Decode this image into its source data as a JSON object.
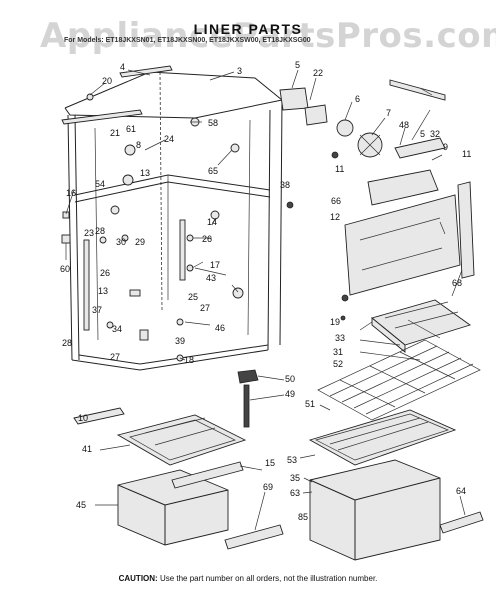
{
  "watermark": "AppliancePartsPros.com",
  "title": "LINER PARTS",
  "models": "For Models: ET18JKXSN01, ET18JKXSN00, ET18JKXSW00, ET18JKXSG00",
  "caution_prefix": "CAUTION:",
  "caution_text": "Use the part number on all orders, not the illustration number.",
  "callouts": {
    "c4": "4",
    "c3": "3",
    "c20": "20",
    "c5a": "5",
    "c22": "22",
    "c6": "6",
    "c21": "21",
    "c61": "61",
    "c8": "8",
    "c58": "58",
    "c24": "24",
    "c7": "7",
    "c48": "48",
    "c5b": "5",
    "c32": "32",
    "c9": "9",
    "c16": "16",
    "c54": "54",
    "c13a": "13",
    "c65": "65",
    "c11a": "11",
    "c11b": "11",
    "c38": "38",
    "c66": "66",
    "c12": "12",
    "c14": "14",
    "c28a": "28",
    "c23": "23",
    "c30": "30",
    "c29": "29",
    "c26a": "26",
    "c60": "60",
    "c17": "17",
    "c26b": "26",
    "c43": "43",
    "c68": "68",
    "c13b": "13",
    "c25": "25",
    "c37": "37",
    "c27a": "27",
    "c19": "19",
    "c34": "34",
    "c46": "46",
    "c39": "39",
    "c33": "33",
    "c28b": "28",
    "c27b": "27",
    "c18": "18",
    "c31": "31",
    "c52": "52",
    "c50": "50",
    "c49": "49",
    "c51": "51",
    "c10": "10",
    "c41": "41",
    "c15": "15",
    "c53": "53",
    "c35": "35",
    "c69": "69",
    "c63": "63",
    "c45": "45",
    "c64": "64",
    "c85": "85"
  }
}
